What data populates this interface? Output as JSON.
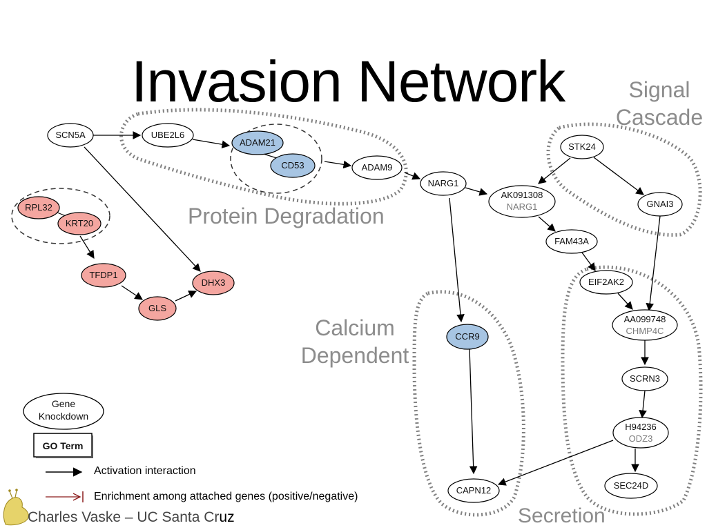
{
  "title": "Invasion Network",
  "group_labels": {
    "signal_cascade": [
      "Signal",
      "Cascade"
    ],
    "protein_degradation": "Protein Degradation",
    "calcium_dependent": [
      "Calcium",
      "Dependent"
    ],
    "secretion": "Secretion"
  },
  "colors": {
    "knockdown_white": "#ffffff",
    "red_node": "#f4a6a0",
    "blue_node": "#a7c5e3",
    "group_dashed": "#808080",
    "enrichment_arrow": "#8b1a1a"
  },
  "nodes": {
    "SCN5A": "SCN5A",
    "UBE2L6": "UBE2L6",
    "ADAM21": "ADAM21",
    "CD53": "CD53",
    "ADAM9": "ADAM9",
    "NARG1": "NARG1",
    "AK091308": "AK091308",
    "AK091308_sub": "NARG1",
    "STK24": "STK24",
    "GNAI3": "GNAI3",
    "FAM43A": "FAM43A",
    "EIF2AK2": "EIF2AK2",
    "AA099748": "AA099748",
    "AA099748_sub": "CHMP4C",
    "SCRN3": "SCRN3",
    "H94236": "H94236",
    "H94236_sub": "ODZ3",
    "SEC24D": "SEC24D",
    "CCR9": "CCR9",
    "CAPN12": "CAPN12",
    "RPL32": "RPL32",
    "KRT20": "KRT20",
    "TFDP1": "TFDP1",
    "GLS": "GLS",
    "DHX3": "DHX3"
  },
  "legend": {
    "gene_knockdown": [
      "Gene",
      "Knockdown"
    ],
    "go_term": "GO Term",
    "activation": "Activation interaction",
    "enrichment": "Enrichment among attached genes (positive/negative)"
  },
  "footer": {
    "credit": "Charles Vaske – UC Santa Cr",
    "credit_tail": "uz"
  }
}
